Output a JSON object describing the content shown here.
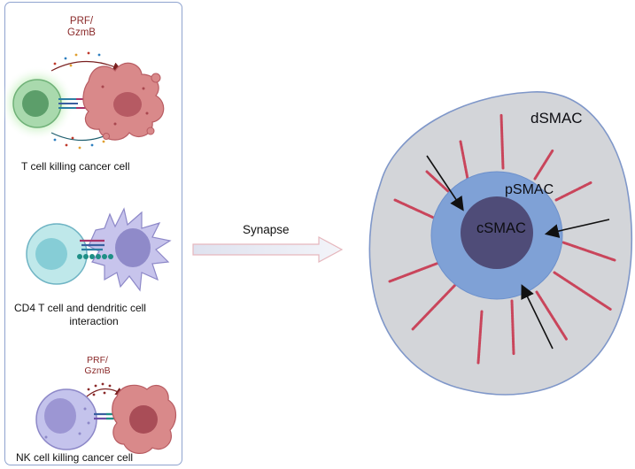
{
  "left_panel": {
    "t_cell": {
      "mediator_top": "PRF/",
      "mediator_bottom": "GzmB",
      "caption": "T cell killing cancer cell"
    },
    "cd4": {
      "caption_line1": "CD4 T cell and dendritic cell",
      "caption_line2": "interaction"
    },
    "nk_cell": {
      "mediator_top": "PRF/",
      "mediator_bottom": "GzmB",
      "caption": "NK cell killing cancer cell"
    }
  },
  "arrow": {
    "label": "Synapse"
  },
  "synapse_zones": {
    "outer": "dSMAC",
    "middle": "pSMAC",
    "center": "cSMAC"
  },
  "colors": {
    "panel_border": "#8fa3cf",
    "dsmac": "#d3d5d9",
    "psmac": "#7fa1d6",
    "csmac": "#4f4c78",
    "actin": "#c9455b"
  }
}
